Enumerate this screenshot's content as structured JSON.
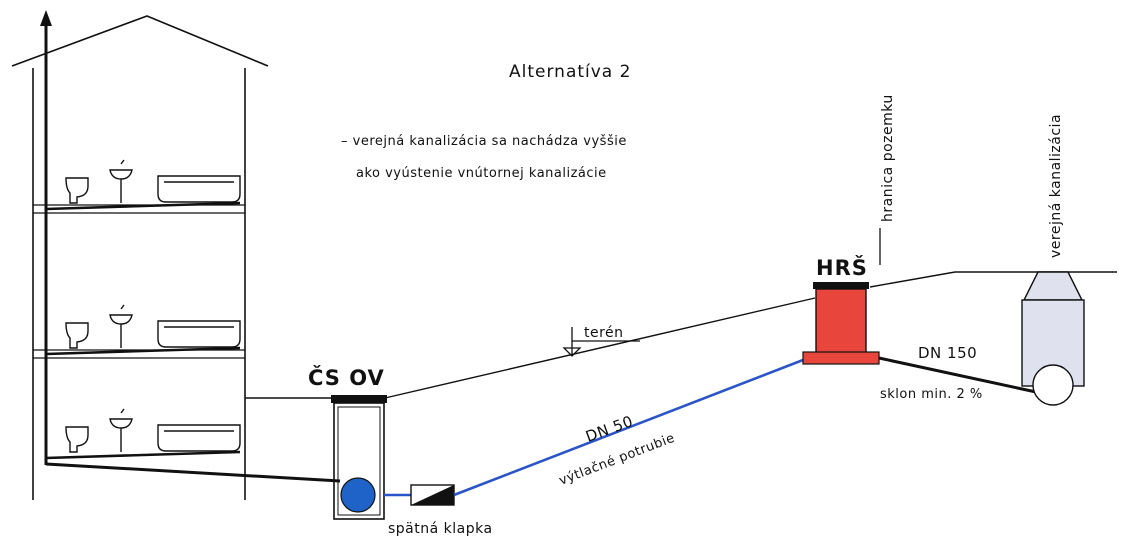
{
  "title": "Alternatíva 2",
  "note": {
    "line1": "– verejná kanalizácia sa nachádza vyššie",
    "line2": "ako vyústenie vnútornej kanalizácie"
  },
  "labels": {
    "boundary": "hranica pozemku",
    "public_sewer": "verejná kanalizácia",
    "hrs": "HRŠ",
    "cs_ov": "ČS OV",
    "terrain": "terén",
    "dn150": "DN 150",
    "slope": "sklon min. 2 %",
    "dn50": "DN 50",
    "pressure_pipe": "výtlačné potrubie",
    "check_valve": "spätná klapka"
  },
  "colors": {
    "pressure_pipe": "#2a55c8",
    "hrs_fill": "#e8453c",
    "pump_fill": "#1f62c8",
    "sewer_fill": "#dfe2ee",
    "line": "#111111"
  }
}
